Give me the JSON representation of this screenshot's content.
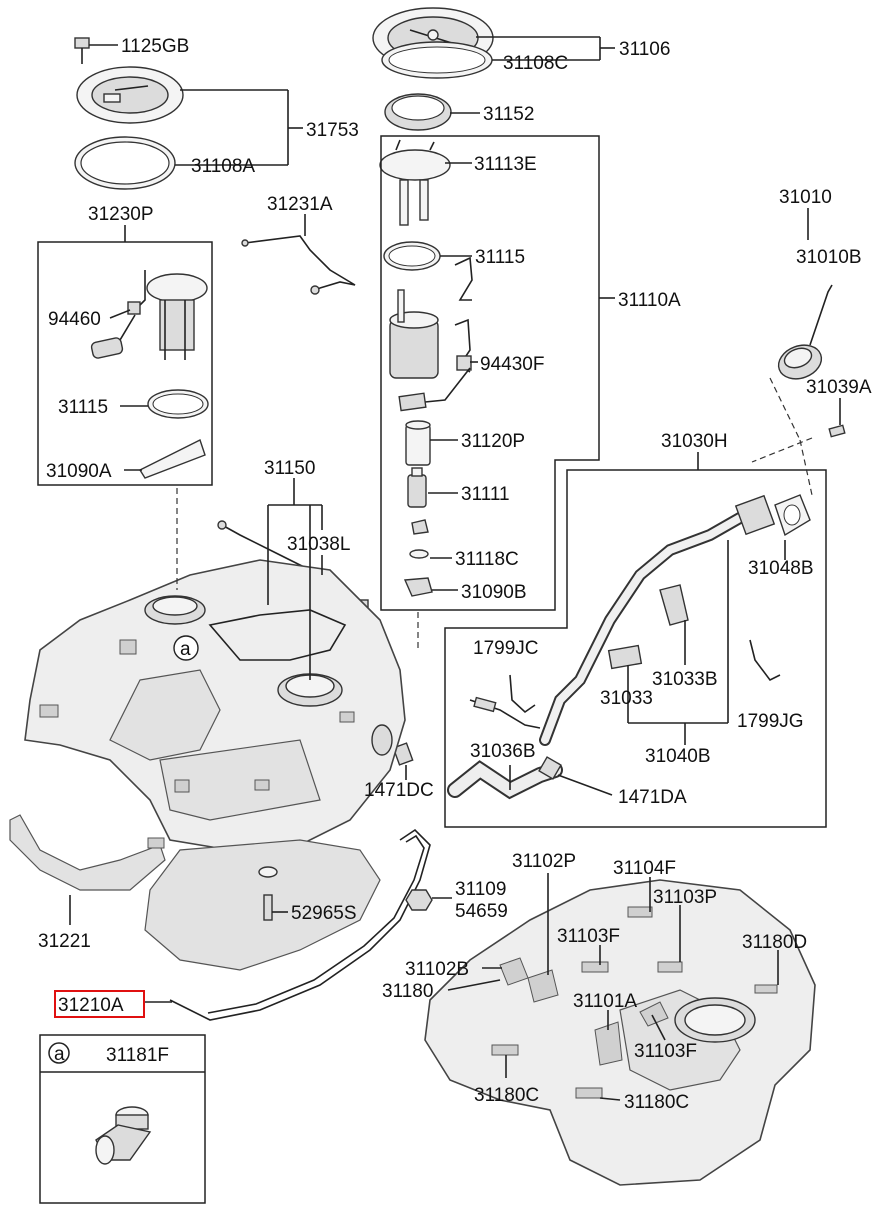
{
  "labels": {
    "p1125GB": "1125GB",
    "p31106": "31106",
    "p31108C": "31108C",
    "p31753": "31753",
    "p31152": "31152",
    "p31108A": "31108A",
    "p31113E": "31113E",
    "p31230P": "31230P",
    "p31231A": "31231A",
    "p31010": "31010",
    "p31115a": "31115",
    "p31010B": "31010B",
    "p31110A": "31110A",
    "p94460": "94460",
    "p94430F": "94430F",
    "p31039A": "31039A",
    "p31115b": "31115",
    "p31120P": "31120P",
    "p31030H": "31030H",
    "p31090A": "31090A",
    "p31150": "31150",
    "p31111": "31111",
    "p31038L": "31038L",
    "p31048B": "31048B",
    "p31118C": "31118C",
    "p31090B": "31090B",
    "p_a_marker": "a",
    "p1799JC": "1799JC",
    "p31033B": "31033B",
    "p31033": "31033",
    "p1799JG": "1799JG",
    "p31036B": "31036B",
    "p31040B": "31040B",
    "p1471DC": "1471DC",
    "p1471DA": "1471DA",
    "p31102P": "31102P",
    "p31104F": "31104F",
    "p31109": "31109",
    "p31103P": "31103P",
    "p54659": "54659",
    "p52965S": "52965S",
    "p31221": "31221",
    "p31103Fa": "31103F",
    "p31180D": "31180D",
    "p31102B": "31102B",
    "p31180": "31180",
    "p31210A": "31210A",
    "p31101A": "31101A",
    "p_a_box": "a",
    "p31181F": "31181F",
    "p31103Fb": "31103F",
    "p31180Ca": "31180C",
    "p31180Cb": "31180C"
  },
  "highlight": {
    "part": "31210A",
    "color": "#e01010"
  }
}
